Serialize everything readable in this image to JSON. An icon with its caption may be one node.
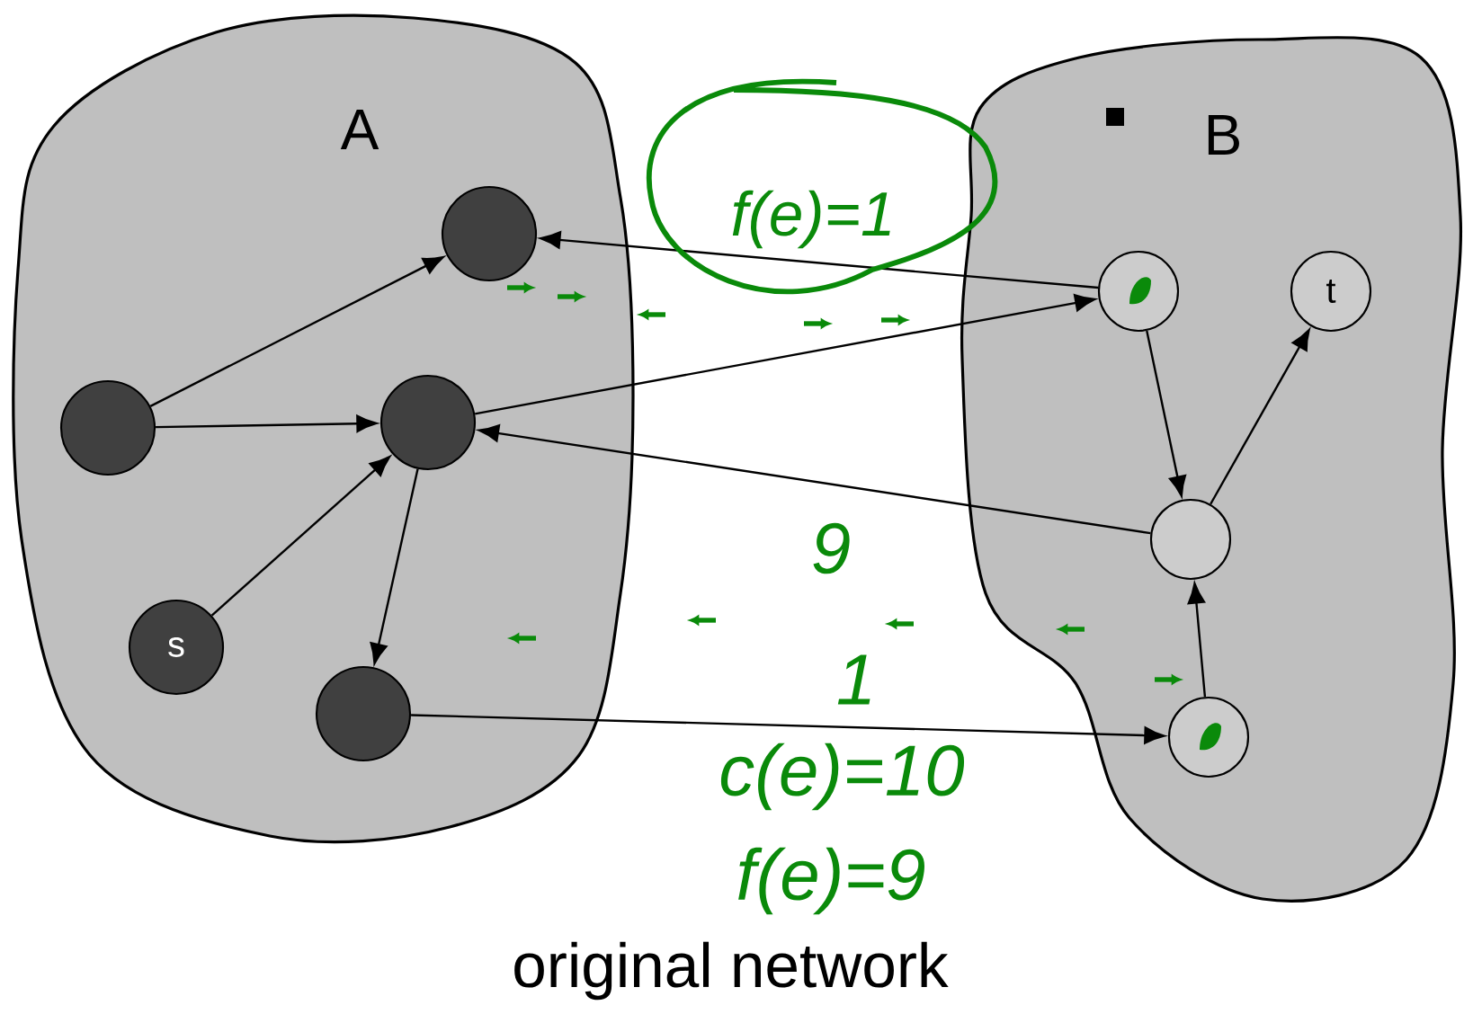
{
  "diagram": {
    "caption": "original network",
    "nodes": [
      {
        "text": [
          "A"
        ]
      },
      {
        "text": [
          "B"
        ]
      },
      {
        "text": [],
        "shape": "circle",
        "in": 0
      },
      {
        "text": [],
        "shape": "circle",
        "in": 0
      },
      {
        "text": [],
        "shape": "circle",
        "in": 0
      },
      {
        "text": [
          "s"
        ],
        "in": 0
      },
      {
        "text": [],
        "shape": "circle",
        "in": 0
      },
      {
        "text": [],
        "shape": "circle",
        "in": 1
      },
      {
        "text": [
          "t"
        ],
        "in": 1
      },
      {
        "text": [],
        "shape": "circle",
        "in": 1
      },
      {
        "text": [],
        "shape": "circle",
        "in": 1
      }
    ],
    "edges": [
      {
        "from": 3,
        "to": 2,
        "arrow": "to"
      },
      {
        "from": 3,
        "to": 4,
        "arrow": "to"
      },
      {
        "from": 5,
        "to": 4,
        "arrow": "to"
      },
      {
        "from": 4,
        "to": 6,
        "arrow": "to"
      },
      {
        "from": 7,
        "to": 2,
        "arrow": "to"
      },
      {
        "from": 4,
        "to": 7,
        "arrow": "to"
      },
      {
        "from": 9,
        "to": 4,
        "arrow": "to"
      },
      {
        "from": 6,
        "to": 10,
        "arrow": "to"
      },
      {
        "from": 7,
        "to": 9,
        "arrow": "to"
      },
      {
        "from": 9,
        "to": 8,
        "arrow": "to"
      },
      {
        "from": 10,
        "to": 9,
        "arrow": "to"
      }
    ],
    "labels": [
      "f(e)=1",
      "9",
      "1",
      "c(e)=10",
      "f(e)=9"
    ]
  }
}
